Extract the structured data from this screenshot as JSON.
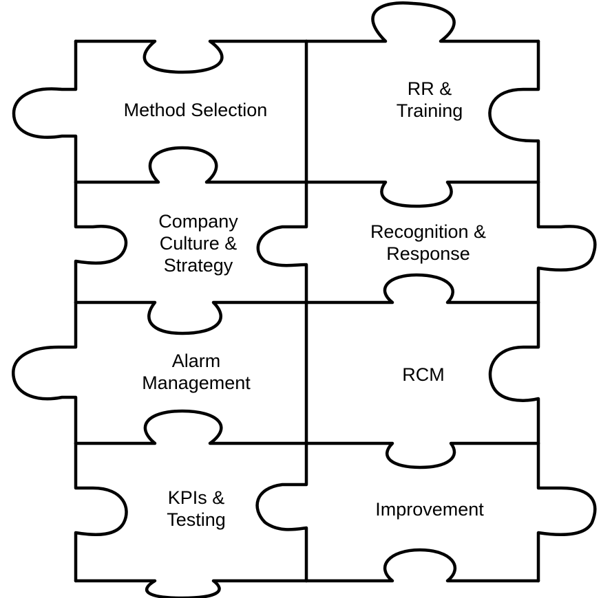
{
  "pieces": [
    {
      "id": "method-selection",
      "lines": [
        "Method Selection"
      ]
    },
    {
      "id": "rr-training",
      "lines": [
        "RR &",
        "Training"
      ]
    },
    {
      "id": "company-culture",
      "lines": [
        "Company",
        "Culture &",
        "Strategy"
      ]
    },
    {
      "id": "recognition-response",
      "lines": [
        "Recognition &",
        "Response"
      ]
    },
    {
      "id": "alarm-management",
      "lines": [
        "Alarm",
        "Management"
      ]
    },
    {
      "id": "rcm",
      "lines": [
        "RCM"
      ]
    },
    {
      "id": "kpis-testing",
      "lines": [
        "KPIs &",
        "Testing"
      ]
    },
    {
      "id": "improvement",
      "lines": [
        "Improvement"
      ]
    }
  ],
  "colors": {
    "stroke": "#000000",
    "background": "#ffffff",
    "text": "#000000"
  }
}
